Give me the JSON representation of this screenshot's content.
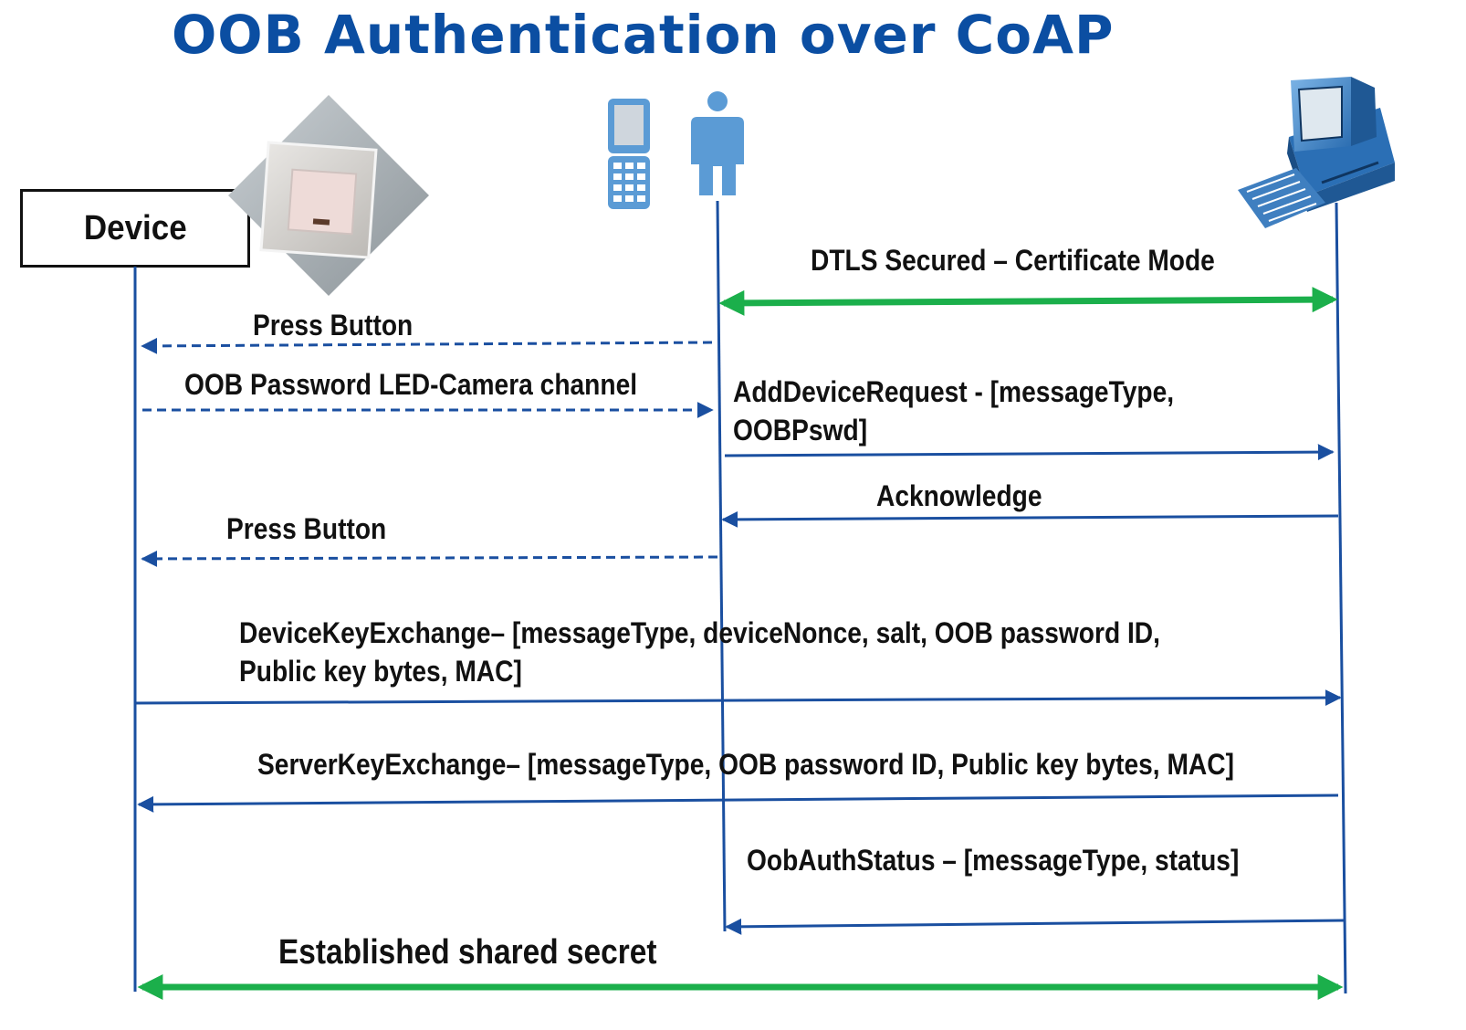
{
  "title": "OOB Authentication over CoAP",
  "participants": {
    "device": {
      "label": "Device"
    }
  },
  "messages": {
    "dtls": "DTLS Secured – Certificate Mode",
    "press_button_1": "Press Button",
    "oob_password": "OOB Password LED-Camera channel",
    "add_device_line1": "AddDeviceRequest - [messageType,",
    "add_device_line2": "OOBPswd]",
    "acknowledge": "Acknowledge",
    "press_button_2": "Press Button",
    "device_key_line1": "DeviceKeyExchange– [messageType, deviceNonce, salt, OOB password ID,",
    "device_key_line2": "Public key bytes, MAC]",
    "server_key": "ServerKeyExchange– [messageType, OOB password ID, Public key bytes, MAC]",
    "oob_auth_status": "OobAuthStatus – [messageType, status]",
    "shared_secret": "Established shared secret"
  },
  "colors": {
    "title": "#0B4EA2",
    "lifeline": "#1A4FA0",
    "secure_arrow": "#1BAF4B",
    "text": "#111111"
  },
  "icons": {
    "device": "wall-switch-icon",
    "phone": "mobile-phone-icon",
    "user": "person-icon",
    "server": "desktop-computer-icon"
  }
}
